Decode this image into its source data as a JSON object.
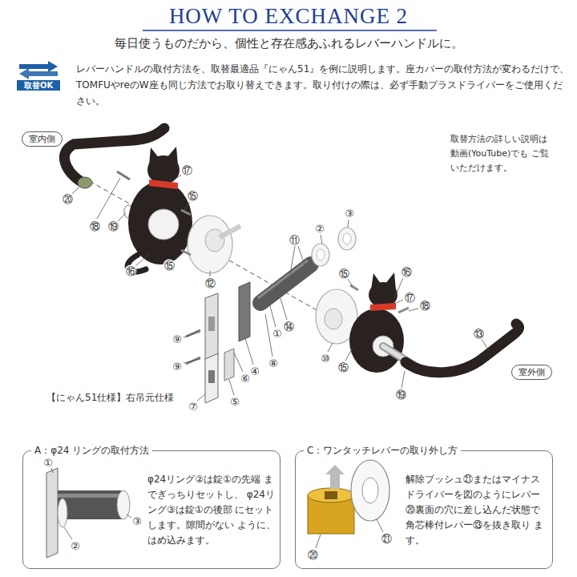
{
  "diagram": {
    "title": "HOW TO EXCHANGE 2",
    "nodes": [
      {
        "text": [
          "室内側"
        ]
      },
      {
        "text": [
          "室外側"
        ]
      },
      {
        "text": [
          "A：φ24 リングの取付方法",
          "φ24リング②は錠①の先端 までぎっちりセットし、 φ24リング③は錠①の後部 にセットします。隙間がない ように、はめ込みます。"
        ]
      },
      {
        "text": [
          "C：ワンタッチレバーの取り外し方",
          "解除ブッシュ㉑またはマイナス ドライバーを図のようにレバー ⑳裏面の穴に差し込んだ状態で 角芯棒付レバー⑬を抜き取り ます。"
        ]
      }
    ],
    "labels": [
      "毎日使うものだから、個性と存在感あふれるレバーハンドルに。",
      "取替OK",
      "レバーハンドルの取付方法を、取替最適品『にゃん51』を例に説明します。座カバーの取付方法が変わるだけで、 TOMFUやreのW座も同じ方法でお取り替えできます。取り付けの際は、必ず手動プラスドライバーをご使用ください。",
      "取替方法の詳しい説明は 動画(YouTube)でも ご覧いただけます。",
      "⑳",
      "⑱",
      "⑲",
      "⑰",
      "⑮",
      "⑮",
      "⑯",
      "⑫",
      "②",
      "③",
      "⑪",
      "⑮",
      "⑯",
      "⑰",
      "⑱",
      "⑭",
      "①",
      "⑨",
      "④",
      "⑧",
      "⑩",
      "⑮",
      "⑬",
      "⑥",
      "⑨",
      "⑲",
      "⑤",
      "⑦",
      "【にゃん51仕様】右吊元仕様",
      "①",
      "②",
      "③",
      "⑳",
      "㉑"
    ]
  }
}
